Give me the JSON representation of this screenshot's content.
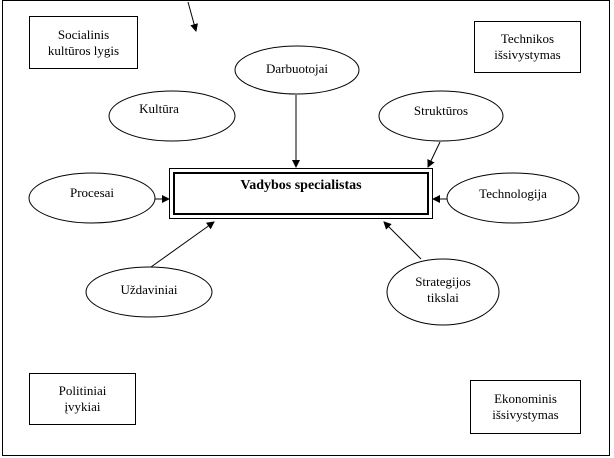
{
  "diagram": {
    "center": "Vadybos specialistas",
    "ellipses": {
      "darbuotojai": "Darbuotojai",
      "kultura": "Kultūra",
      "strukturos": "Struktūros",
      "procesai": "Procesai",
      "technologija": "Technologija",
      "uzdaviniai": "Uždaviniai",
      "strategijos": "Strategijos\ntikslai"
    },
    "boxes": {
      "socialinis": "Socialinis\nkultūros lygis",
      "technikos": "Technikos\nišsivystymas",
      "politiniai": "Politiniai\nįvykiai",
      "ekonominis": "Ekonominis\nišsivystymas"
    }
  }
}
